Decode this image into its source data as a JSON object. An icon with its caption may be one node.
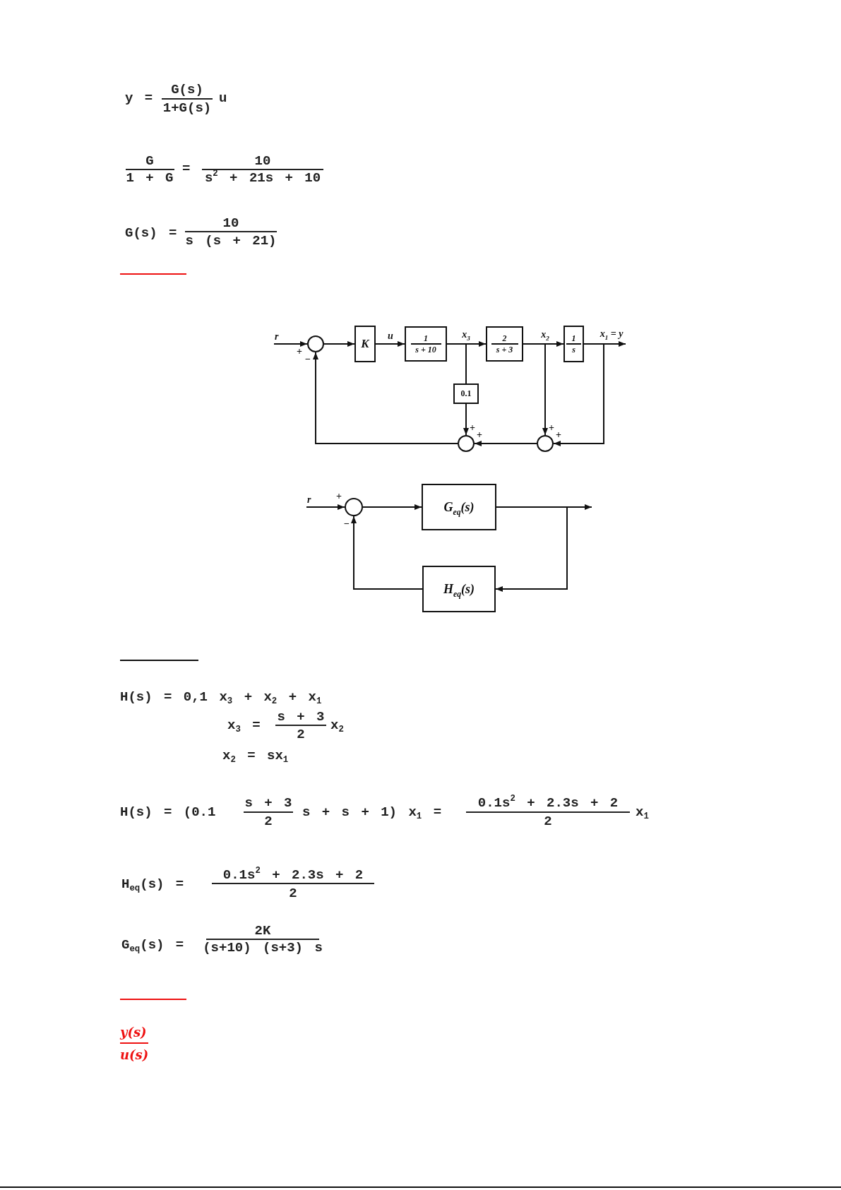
{
  "diagram": {
    "nodes": [
      {
        "text": [
          "r"
        ]
      },
      {
        "text": [],
        "shape": "circle"
      },
      {
        "text": [
          "K"
        ]
      },
      {
        "text": [
          "1",
          "s + 10"
        ]
      },
      {
        "text": [
          "2",
          "s + 3"
        ]
      },
      {
        "text": [
          "1",
          "s"
        ]
      },
      {
        "text": [
          "0.1"
        ]
      },
      {
        "text": [],
        "shape": "circle"
      },
      {
        "text": [],
        "shape": "circle"
      },
      {
        "text": [
          "r"
        ]
      },
      {
        "text": [],
        "shape": "circle"
      },
      {
        "text": [
          "G$_{eq}$(s)"
        ]
      },
      {
        "text": [
          "H$_{eq}$(s)"
        ]
      }
    ],
    "edges": [
      {
        "from": 0,
        "to": 1,
        "arrow": "to"
      },
      {
        "from": 1,
        "to": 2,
        "arrow": "to"
      },
      {
        "from": 2,
        "to": 3,
        "arrow": "to",
        "label": "u"
      },
      {
        "from": 3,
        "to": 4,
        "arrow": "to",
        "label": "x$_{3}$"
      },
      {
        "from": 3,
        "to": 6,
        "arrow": "none"
      },
      {
        "from": 4,
        "to": 5,
        "arrow": "to",
        "label": "x$_{2}$"
      },
      {
        "from": 4,
        "to": 8,
        "arrow": "to"
      },
      {
        "from": 5,
        "to": null,
        "arrow": "to",
        "label": "x$_{1}$ = y"
      },
      {
        "from": 5,
        "to": 8,
        "arrow": "to"
      },
      {
        "from": 6,
        "to": 7,
        "arrow": "to"
      },
      {
        "from": 8,
        "to": 7,
        "arrow": "to"
      },
      {
        "from": 7,
        "to": 1,
        "arrow": "to"
      },
      {
        "from": 9,
        "to": 10,
        "arrow": "to"
      },
      {
        "from": 10,
        "to": 11,
        "arrow": "to"
      },
      {
        "from": 11,
        "to": null,
        "arrow": "to"
      },
      {
        "from": 11,
        "to": 12,
        "arrow": "to"
      },
      {
        "from": 12,
        "to": 10,
        "arrow": "to"
      }
    ],
    "labels": [
      "y =",
      "G(s)",
      "1+G(s)",
      "u",
      "G",
      "1 + G",
      "=",
      "10",
      "s$^{2}$ + 21s + 10",
      "G(s) =",
      "10",
      "s (s + 21)",
      "+",
      "−",
      "+",
      "+",
      "+",
      "+",
      "+",
      "−",
      "H(s) = 0,1 x$_{3}$ + x$_{2}$ + x$_{1}$",
      "x$_{3}$ =",
      "s + 3",
      "2",
      "x$_{2}$",
      "x$_{2}$ = sx$_{1}$",
      "H(s) = (0.1",
      "s + 3",
      "2",
      "s + s + 1) x$_{1}$ =",
      "0.1s$^{2}$ + 2.3s + 2",
      "2",
      "x$_{1}$",
      "H$_{eq}$(s) =",
      "0.1s$^{2}$ + 2.3s + 2",
      "2",
      "G$_{eq}$(s) =",
      "2K",
      "(s+10) (s+3) s",
      "y(s)",
      "u(s)"
    ]
  }
}
